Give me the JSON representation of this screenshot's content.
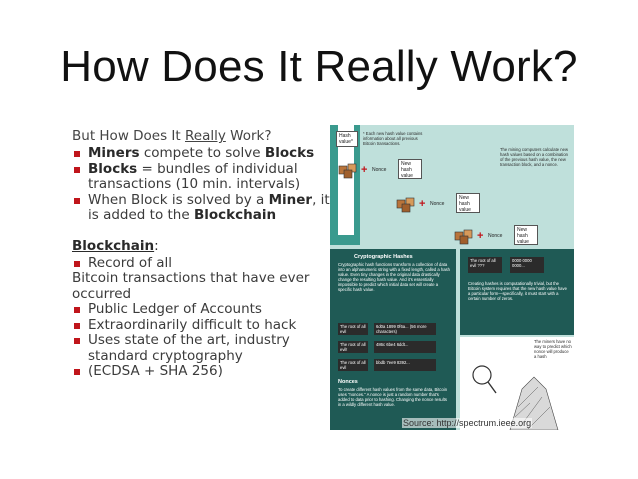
{
  "slide": {
    "title": "How Does It Really Work?"
  },
  "left": {
    "heading_pre": "But How Does It ",
    "heading_u": "Really",
    "heading_post": " Work?",
    "bullets1": [
      {
        "b": "Miners",
        "t": " compete to  solve ",
        "b2": "Blocks"
      },
      {
        "b": "Blocks",
        "t": " = bundles of individual transactions (10 min. intervals)"
      },
      {
        "t": "When Block is solved by a ",
        "b": "Miner",
        "t2": ", it is added to the ",
        "b2": "Blockchain"
      }
    ],
    "heading2_u": "Blockchain",
    "heading2_post": ":",
    "bullet_record": "Record of all",
    "plain_line": "Bitcoin transactions that have ever occurred",
    "bullets2": [
      "Public Ledger of Accounts",
      "Extraordinarily difficult to hack",
      "Uses state of the art, industry standard cryptography",
      "(ECDSA + SHA 256)"
    ]
  },
  "infographic": {
    "hash_value_1": "Hash value*",
    "note_1": "* Each new hash value contains information about all previous Bitcoin transactions.",
    "new_hash": "New hash value",
    "nonce": "Nonce",
    "miner_text": "The mining computers calculate new hash values based on a combination of the previous hash value, the new transaction block, and a nonce.",
    "crypto_title": "Cryptographic Hashes",
    "crypto_text": "Cryptographic hash functions transform a collection of data into an alphanumeric string with a fixed length, called a hash value. Even tiny changes in the original data drastically change the resulting hash value. And it's essentially impossible to predict which initial data set will create a specific hash value.",
    "rows": [
      {
        "label": "The root of all evil",
        "value": "6d0a 1899 0f6a... (56 more characters)"
      },
      {
        "label": "The root of all evil!",
        "value": "486c 6be4 6ddt..."
      },
      {
        "label": "The root of all evil",
        "value": "bbdb 7ee9 8392..."
      }
    ],
    "root_label": "The root of all evil ???",
    "root_value": "0000 0000 0000...",
    "creating_text": "Creating hashes is computationally trivial, but the Bitcoin system requires that the new hash value have a particular form—specifically, it must start with a certain number of zeros.",
    "nonces_title": "Nonces",
    "nonces_text": "To create different hash values from the same data, Bitcoin uses \"nonces.\" A nonce is just a random number that's added to data prior to hashing. Changing the nonce results in a wildly different hash value.",
    "miners_note": "The miners have no way to predict which nonce will produce a hash"
  },
  "source": {
    "label": "Source:",
    "url": "http://spectrum.ieee.org"
  },
  "colors": {
    "teal_bg": "#bfe0db",
    "teal_band": "#3a9a8e",
    "dark_teal": "#1f5a55",
    "bullet_red": "#c0151b"
  }
}
